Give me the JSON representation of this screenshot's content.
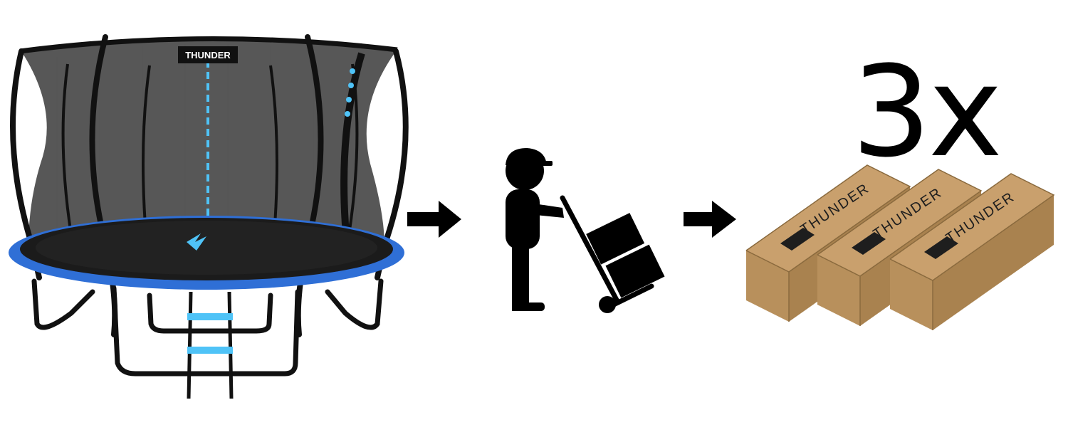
{
  "multiplier": "3x",
  "brand": "THUNDER",
  "colors": {
    "accent_blue": "#2f6fd6",
    "light_blue": "#4fc3f7",
    "cardboard": "#c9a06d",
    "cardboard_dark": "#a9824f",
    "icon_black": "#000000"
  },
  "icons": {
    "trampoline": "trampoline-with-safety-net",
    "arrow": "right-arrow",
    "courier": "delivery-person-with-hand-truck",
    "boxes": "shipping-box"
  },
  "box_count": 3
}
